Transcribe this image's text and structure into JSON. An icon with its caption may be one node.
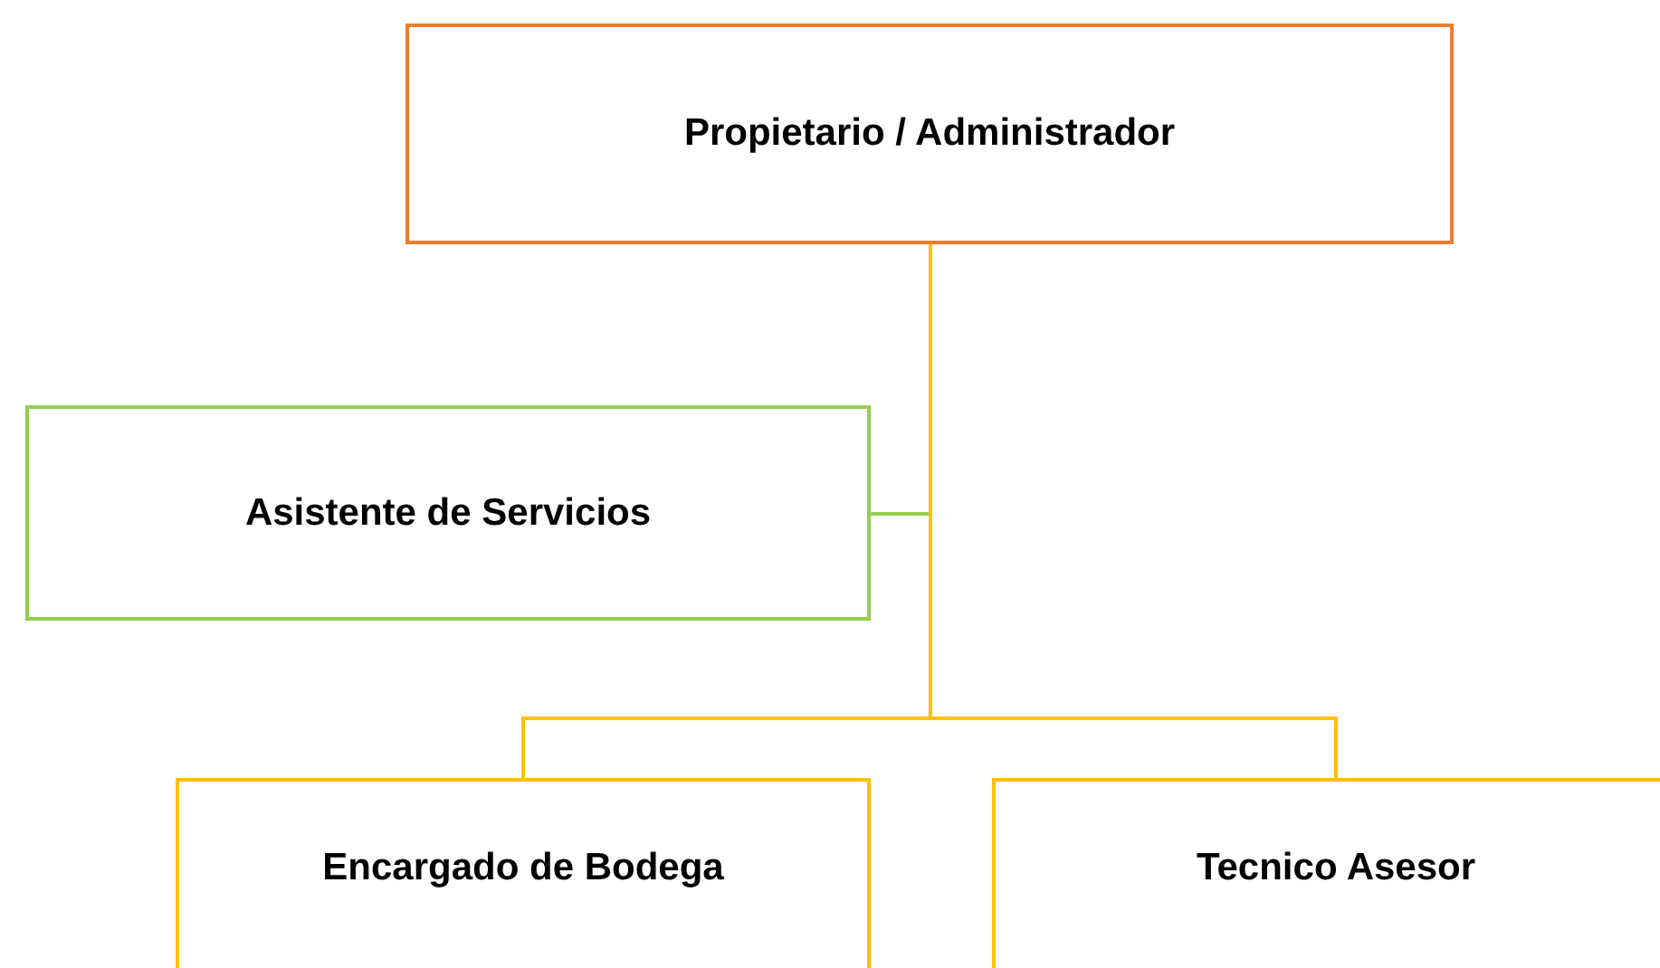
{
  "diagram": {
    "nodes": [
      {
        "text": [
          "Propietario / Administrador"
        ]
      },
      {
        "text": [
          "Asistente de Servicios"
        ]
      },
      {
        "text": [
          "Encargado de Bodega"
        ]
      },
      {
        "text": [
          "Tecnico Asesor"
        ]
      }
    ],
    "edges": [
      {
        "from": 0,
        "to": 1,
        "arrow": "none",
        "color": "#92d050"
      },
      {
        "from": 0,
        "to": 2,
        "arrow": "none"
      },
      {
        "from": 0,
        "to": 3,
        "arrow": "none"
      }
    ]
  }
}
